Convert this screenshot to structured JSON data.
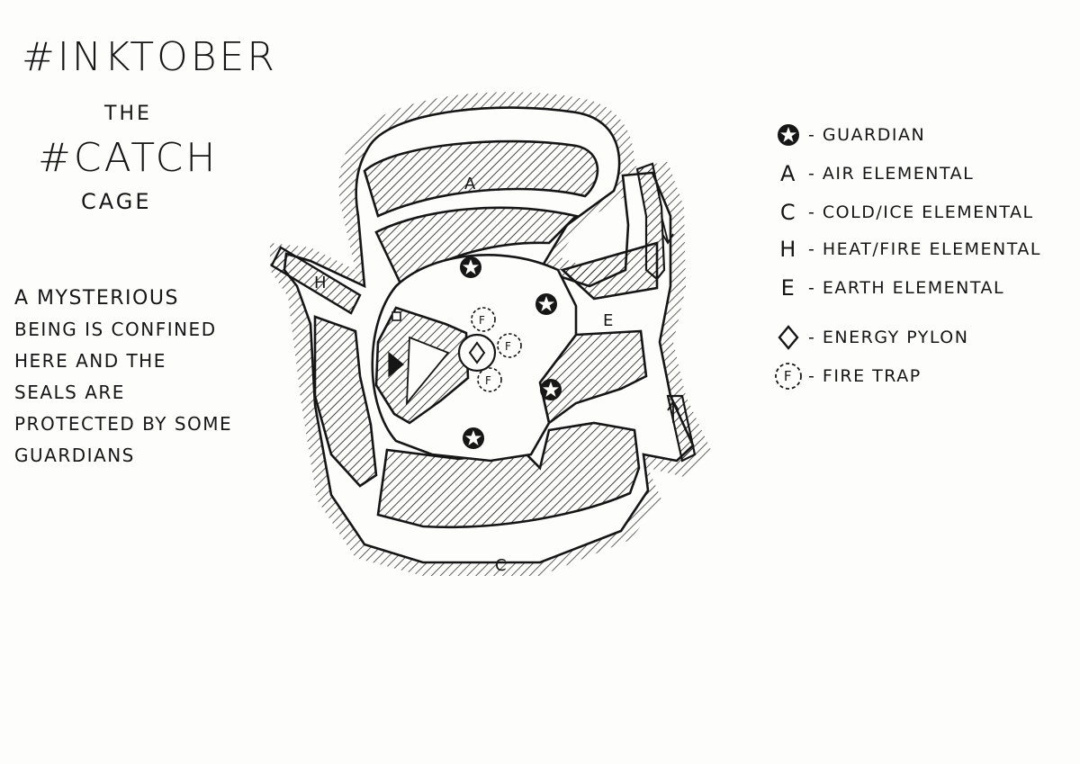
{
  "title": {
    "line1": "#Inktober",
    "line2": "the",
    "line3": "#Catch",
    "line4": "cage"
  },
  "description": {
    "lines": [
      "A mysterious",
      "being is confined",
      "here and the",
      "seals are",
      "protected by some",
      "guardians"
    ]
  },
  "legend": {
    "items": [
      {
        "key": "",
        "icon": "guardian-star-icon",
        "label": "- Guardian"
      },
      {
        "key": "A",
        "icon": "",
        "label": "- Air elemental"
      },
      {
        "key": "C",
        "icon": "",
        "label": "- Cold/ice elemental"
      },
      {
        "key": "H",
        "icon": "",
        "label": "- Heat/fire elemental"
      },
      {
        "key": "E",
        "icon": "",
        "label": "- Earth elemental"
      },
      {
        "key": "",
        "icon": "energy-pylon-diamond-icon",
        "label": "- Energy pylon"
      },
      {
        "key": "F",
        "icon": "fire-trap-circle-icon",
        "label": "- Fire trap"
      }
    ]
  },
  "map": {
    "zone_labels": {
      "air": "A",
      "cold": "C",
      "heat": "H",
      "earth": "E"
    },
    "trap_label": "F",
    "guardian_count": 4,
    "fire_trap_count": 3
  },
  "colors": {
    "ink": "#161616",
    "paper": "#fdfdfb"
  }
}
